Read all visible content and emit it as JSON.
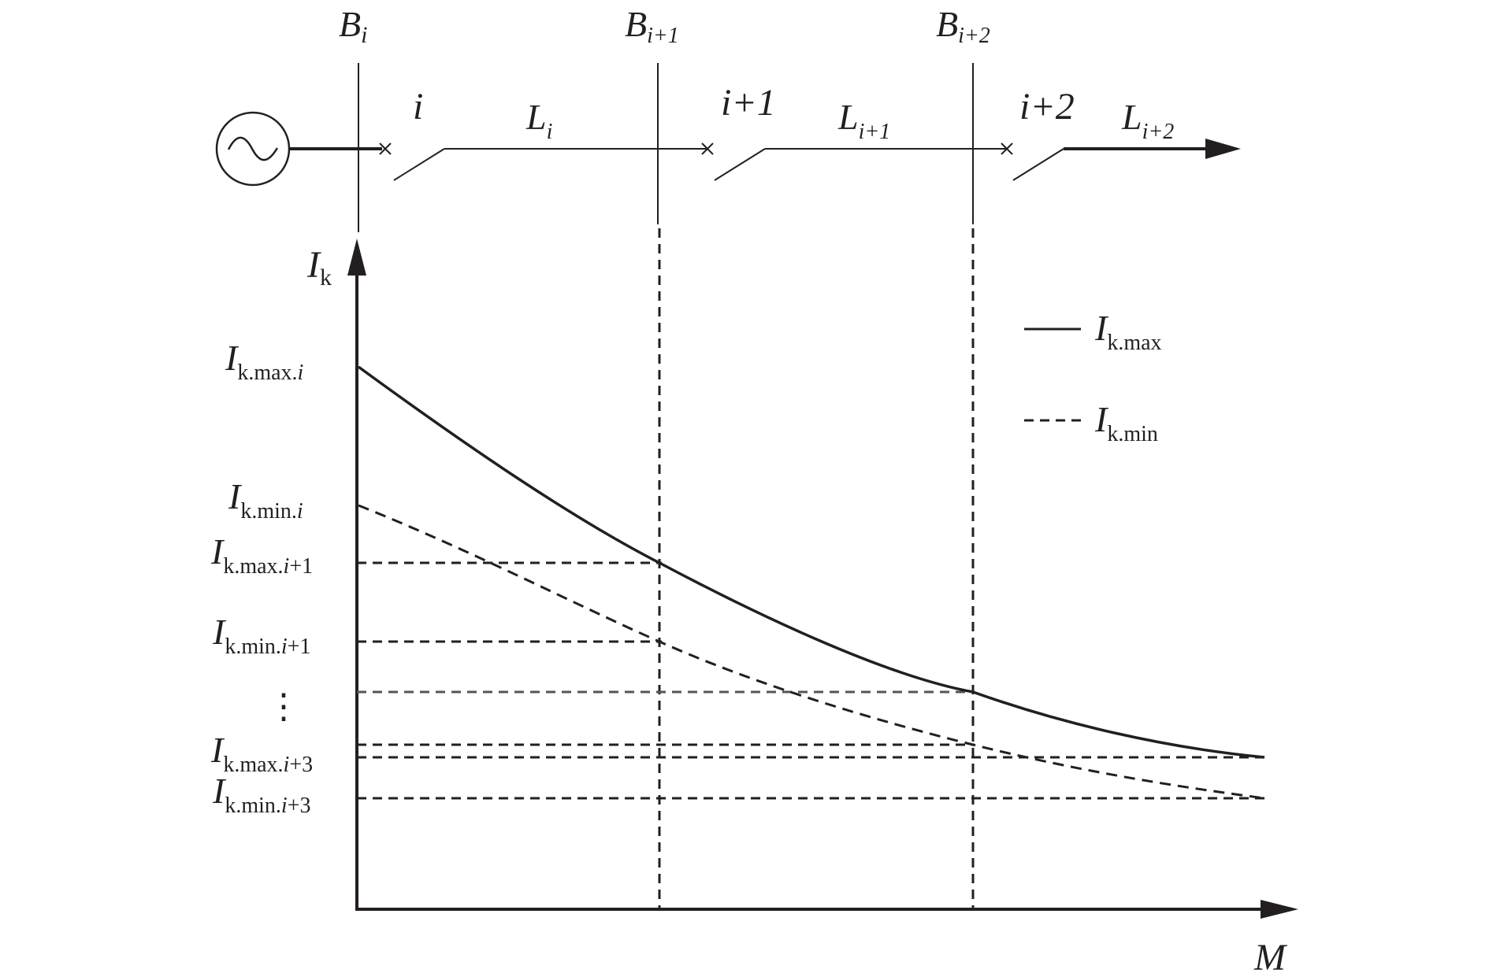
{
  "bus_labels": [
    {
      "main": "B",
      "sub": "i"
    },
    {
      "main": "B",
      "sub": "i+1"
    },
    {
      "main": "B",
      "sub": "i+2"
    }
  ],
  "breaker_labels": [
    "i",
    "i+1",
    "i+2"
  ],
  "line_labels": [
    {
      "main": "L",
      "sub": "i"
    },
    {
      "main": "L",
      "sub": "i+1"
    },
    {
      "main": "L",
      "sub": "i+2"
    }
  ],
  "axes": {
    "y_label": {
      "main": "I",
      "sub": "k"
    },
    "x_label": "M"
  },
  "y_tick_labels": [
    {
      "main": "I",
      "sub": "k.max.",
      "sub_italic": "i",
      "sub_rest": ""
    },
    {
      "main": "I",
      "sub": "k.min.",
      "sub_italic": "i",
      "sub_rest": ""
    },
    {
      "main": "I",
      "sub": "k.max.",
      "sub_italic": "i",
      "sub_rest": "+1"
    },
    {
      "main": "I",
      "sub": "k.min.",
      "sub_italic": "i",
      "sub_rest": "+1"
    },
    {
      "main": "I",
      "sub": "k.max.",
      "sub_italic": "i",
      "sub_rest": "+3"
    },
    {
      "main": "I",
      "sub": "k.min.",
      "sub_italic": "i",
      "sub_rest": "+3"
    }
  ],
  "ellipsis": "⋮",
  "legend": [
    {
      "main": "I",
      "sub": "k.max",
      "style": "solid"
    },
    {
      "main": "I",
      "sub": "k.min",
      "style": "dashed"
    }
  ],
  "icons": {
    "source": "ac-source-icon",
    "breaker": "circuit-breaker-icon"
  },
  "colors": {
    "ink": "#231f20"
  }
}
